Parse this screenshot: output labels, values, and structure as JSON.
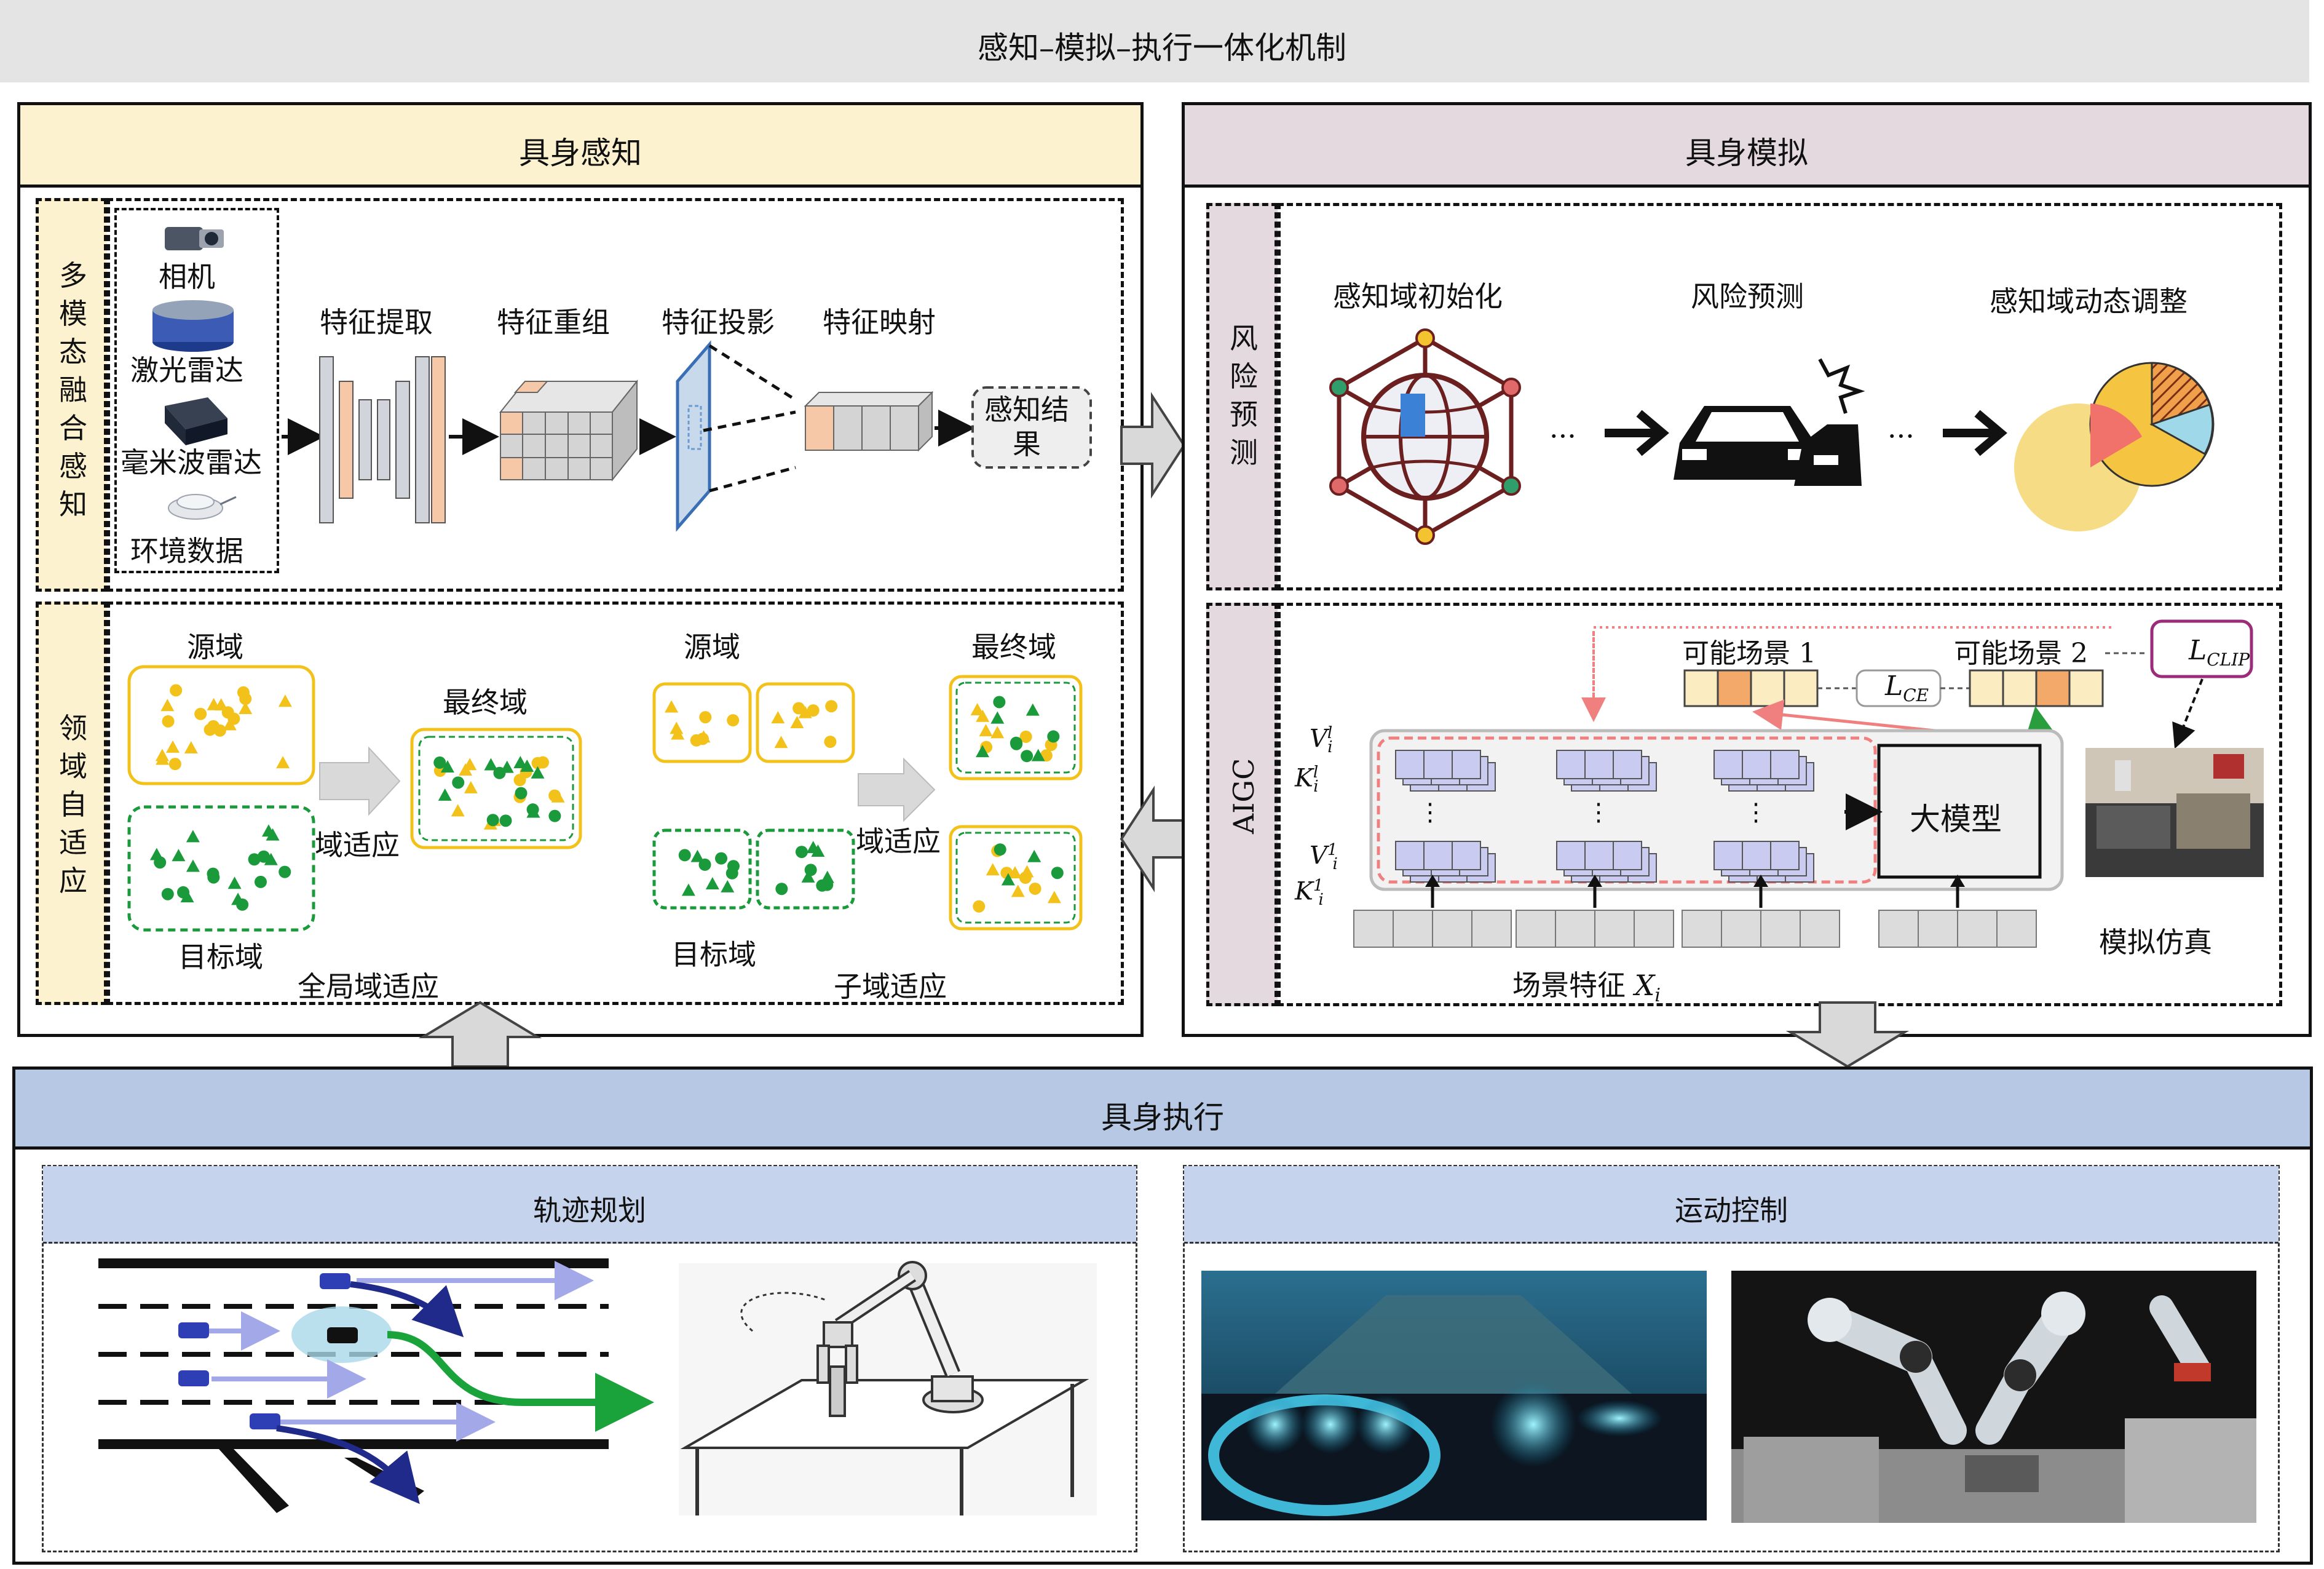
{
  "title": "感知–模拟–执行一体化机制",
  "left_panel": {
    "title": "具身感知",
    "multimodal": {
      "side_label": "多模态融合感知",
      "sensors": [
        "相机",
        "激光雷达",
        "毫米波雷达",
        "环境数据"
      ],
      "stages": [
        "特征提取",
        "特征重组",
        "特征投影",
        "特征映射"
      ],
      "result": "感知结果"
    },
    "adaptation": {
      "side_label": "领域自适应",
      "global": {
        "source": "源域",
        "target": "目标域",
        "final": "最终域",
        "arrow": "域适应",
        "caption": "全局域适应"
      },
      "sub": {
        "source": "源域",
        "target": "目标域",
        "final": "最终域",
        "arrow": "域适应",
        "caption": "子域适应"
      }
    }
  },
  "right_panel": {
    "title": "具身模拟",
    "risk": {
      "side_label": "风险预测",
      "steps": [
        "感知域初始化",
        "风险预测",
        "感知域动态调整"
      ],
      "dots": "···"
    },
    "aigc": {
      "side_label": "AIGC",
      "scene1": "可能场景 1",
      "scene2": "可能场景 2",
      "loss_ce": "L",
      "loss_ce_sub": "CE",
      "loss_clip": "L",
      "loss_clip_sub": "CLIP",
      "big_model": "大模型",
      "simulation": "模拟仿真",
      "scene_feature": "场景特征",
      "scene_feature_var": "X",
      "scene_feature_sub": "i",
      "v_top": "V",
      "k_top": "K",
      "v_bottom": "V",
      "k_bottom": "K",
      "sup_l": "l",
      "sup_1": "1",
      "sub_i": "i",
      "vdots": "⋮"
    }
  },
  "bottom_panel": {
    "title": "具身执行",
    "trajectory": "轨迹规划",
    "motion": "运动控制"
  },
  "colors": {
    "perception_header": "#fdf2cf",
    "simulation_header": "#e4d9de",
    "execution_header": "#b6c8e4",
    "yellow_dot": "#f2c21b",
    "green_dot": "#1b9a3c",
    "salmon": "#f7c8a8",
    "lavender": "#c9cbf1"
  }
}
